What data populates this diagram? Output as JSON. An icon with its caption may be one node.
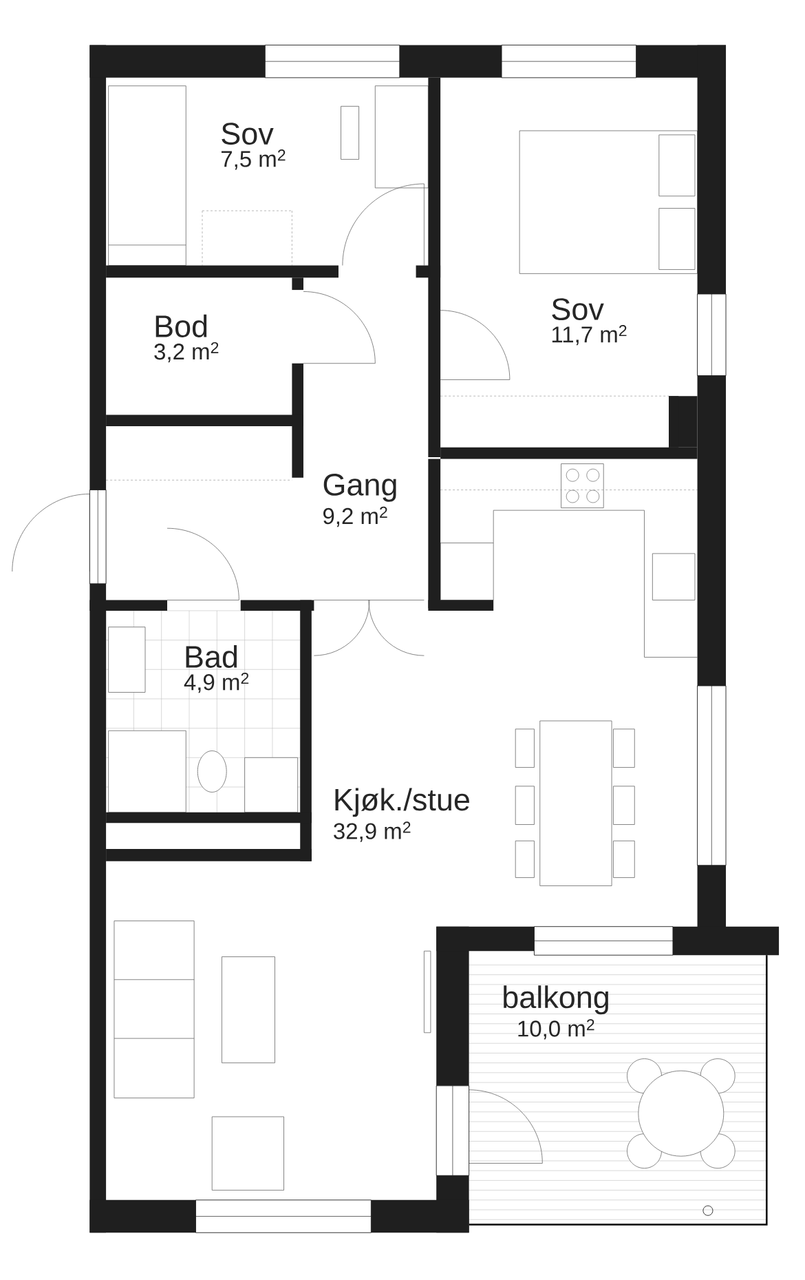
{
  "diagram": {
    "nodes": [
      {
        "text": [
          "Sov",
          "7,5 m$^{2}$"
        ]
      },
      {
        "text": [
          "Sov",
          "11,7 m$^{2}$"
        ]
      },
      {
        "text": [
          "Bod",
          "3,2 m$^{2}$"
        ]
      },
      {
        "text": [
          "Gang",
          "9,2 m$^{2}$"
        ]
      },
      {
        "text": [
          "Bad",
          "4,9 m$^{2}$"
        ]
      },
      {
        "text": [
          "Kjøk./stue",
          "32,9 m$^{2}$"
        ]
      },
      {
        "text": [
          "balkong",
          "10,0 m$^{2}$"
        ]
      }
    ]
  }
}
